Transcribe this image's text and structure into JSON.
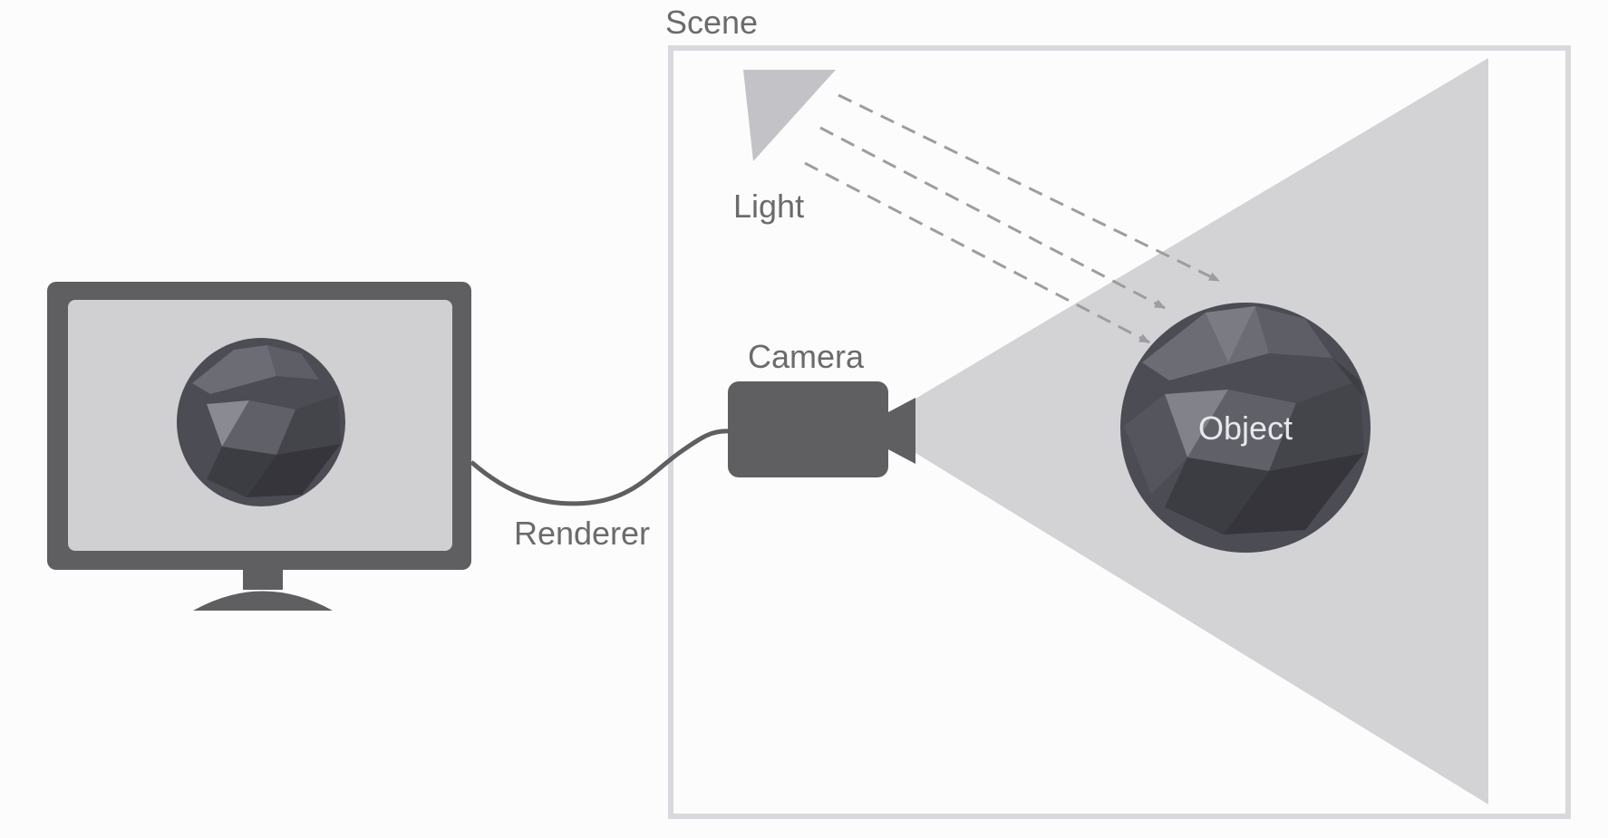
{
  "labels": {
    "scene": "Scene",
    "light": "Light",
    "camera": "Camera",
    "object": "Object",
    "renderer": "Renderer"
  },
  "colors": {
    "frame": "#d9d8dc",
    "light": "#c3c2c6",
    "frustum": "#d3d2d5",
    "device": "#5f5f62",
    "screen": "#d0cfd2",
    "ray": "#9d9da0",
    "text": "#6b6b6b"
  },
  "icons": {
    "monitor": "monitor-icon",
    "camera": "camera-icon",
    "light": "directional-light-icon",
    "object": "low-poly-sphere-icon"
  }
}
